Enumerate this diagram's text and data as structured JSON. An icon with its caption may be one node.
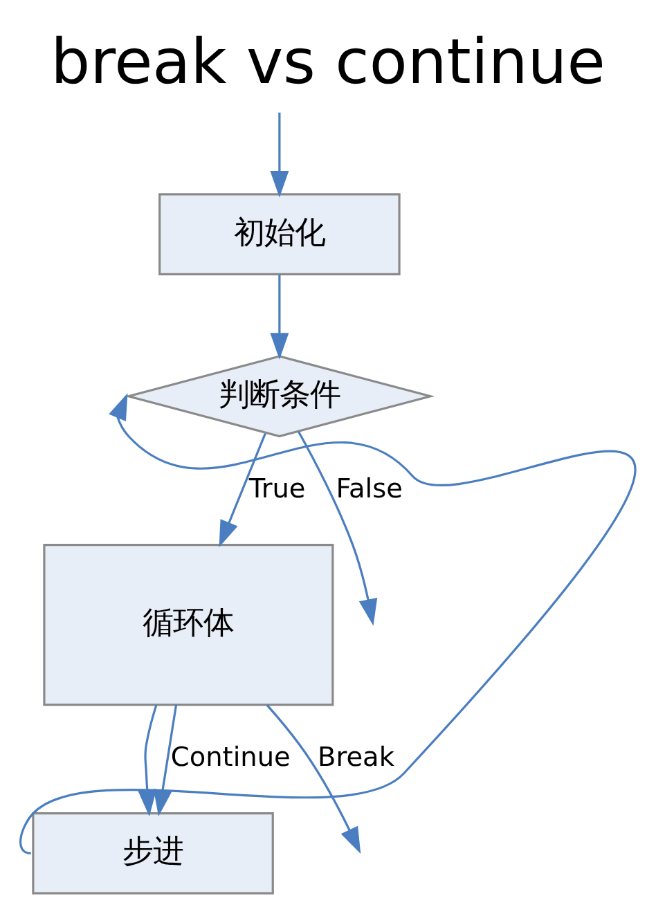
{
  "diagram": {
    "title": "break vs continue",
    "nodes": [
      {
        "text": [
          "初始化"
        ]
      },
      {
        "text": [
          "判断条件"
        ]
      },
      {
        "text": [
          "循环体"
        ]
      },
      {
        "text": [
          "步进"
        ]
      }
    ],
    "edges": [
      {
        "from": null,
        "to": 0,
        "arrow": "to"
      },
      {
        "from": 0,
        "to": 1,
        "arrow": "to"
      },
      {
        "from": 1,
        "to": 2,
        "arrow": "to",
        "label": "True"
      },
      {
        "from": 2,
        "to": 3,
        "arrow": "to"
      },
      {
        "from": 2,
        "to": 3,
        "arrow": "to",
        "label": "Continue"
      },
      {
        "from": 3,
        "to": 1,
        "arrow": "to"
      },
      {
        "from": 2,
        "to": null,
        "arrow": "to",
        "label": "Break"
      },
      {
        "from": 1,
        "to": null,
        "arrow": "to",
        "label": "False"
      }
    ]
  }
}
